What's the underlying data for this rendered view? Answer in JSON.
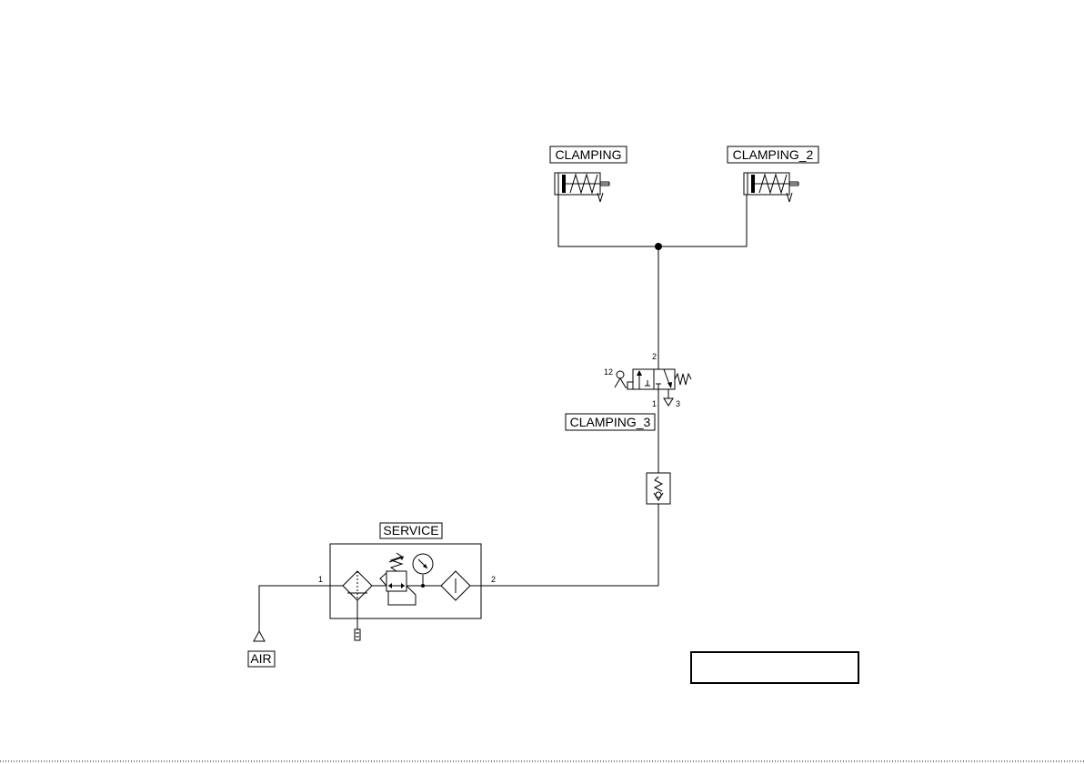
{
  "diagram": {
    "labels": {
      "clamping": "CLAMPING",
      "clamping_2": "CLAMPING_2",
      "clamping_3": "CLAMPING_3",
      "service": "SERVICE",
      "air": "AIR"
    },
    "ports": {
      "valve_out": "2",
      "valve_in": "1",
      "valve_exhaust": "3",
      "valve_pilot": "12",
      "service_in": "1",
      "service_out": "2"
    }
  }
}
